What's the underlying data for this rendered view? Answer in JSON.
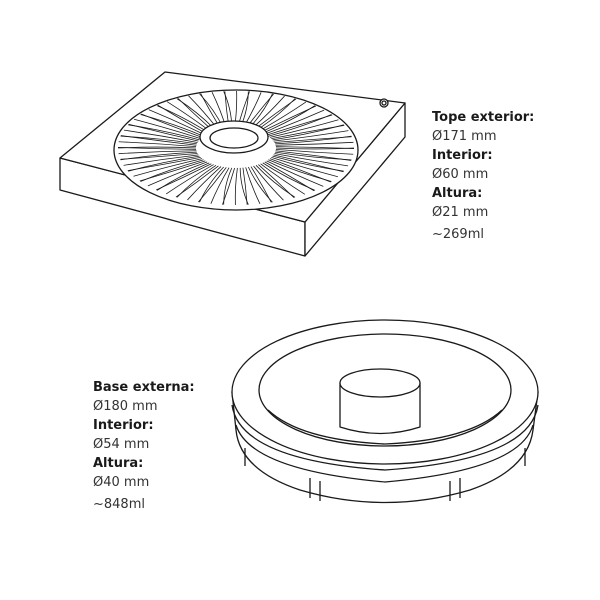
{
  "top_mold": {
    "specs": [
      {
        "label": "Tope exterior:",
        "value": "Ø171 mm"
      },
      {
        "label": "Interior:",
        "value": "Ø60 mm"
      },
      {
        "label": "Altura:",
        "value": "Ø21 mm"
      }
    ],
    "volume": "~269ml"
  },
  "bottom_mold": {
    "specs": [
      {
        "label": "Base externa:",
        "value": "Ø180 mm"
      },
      {
        "label": "Interior:",
        "value": "Ø54 mm"
      },
      {
        "label": "Altura:",
        "value": "Ø40 mm"
      }
    ],
    "volume": "~848ml"
  },
  "colors": {
    "line": "#1a1a1a",
    "fill": "#ffffff"
  }
}
